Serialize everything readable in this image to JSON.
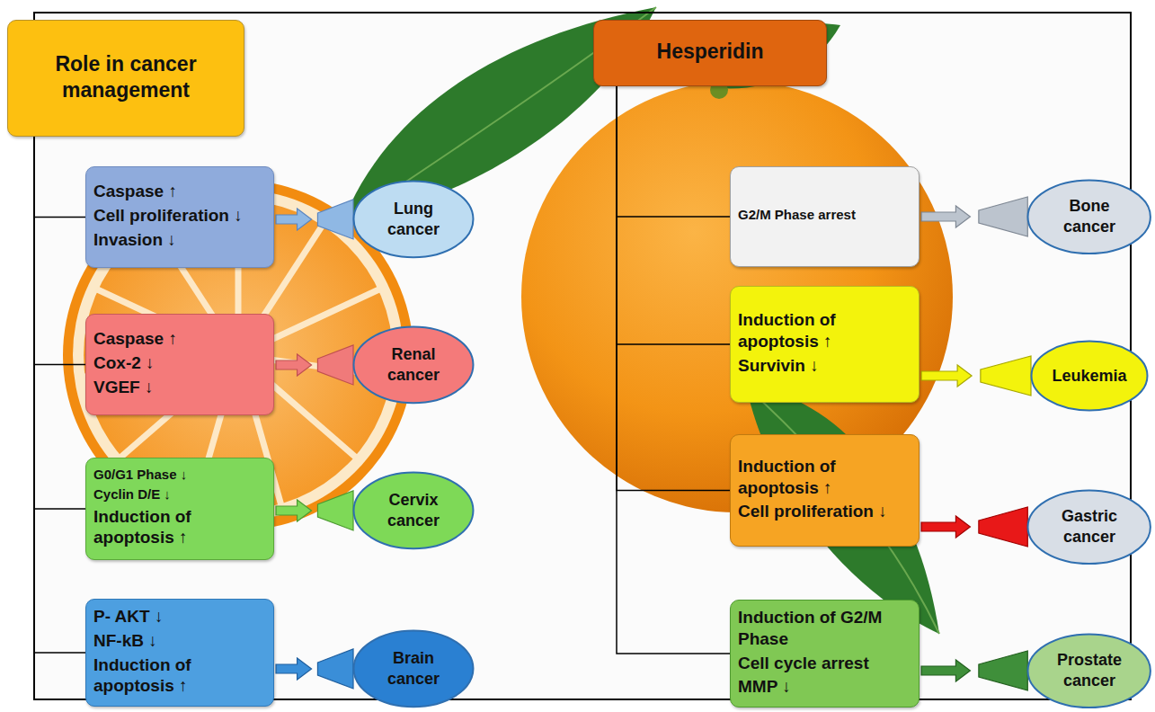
{
  "diagram": {
    "nodes": [
      {
        "text": [
          "Role in cancer management"
        ]
      },
      {
        "text": [
          "Hesperidin"
        ]
      },
      {
        "text": [
          "Caspase ↑",
          "Cell proliferation ↓",
          "Invasion ↓"
        ]
      },
      {
        "text": [
          "Lung cancer"
        ]
      },
      {
        "text": [
          "Caspase ↑",
          "Cox-2 ↓",
          "VGEF ↓"
        ]
      },
      {
        "text": [
          "Renal cancer"
        ]
      },
      {
        "text": [
          "G0/G1 Phase ↓",
          "Cyclin D/E ↓",
          "Induction of apoptosis ↑"
        ]
      },
      {
        "text": [
          "Cervix cancer"
        ]
      },
      {
        "text": [
          "P- AKT ↓",
          "NF-kB ↓",
          "Induction of apoptosis ↑"
        ]
      },
      {
        "text": [
          "Brain cancer"
        ]
      },
      {
        "text": [
          "G2/M Phase arrest"
        ]
      },
      {
        "text": [
          "Bone cancer"
        ]
      },
      {
        "text": [
          "Induction of apoptosis ↑",
          "Survivin ↓"
        ]
      },
      {
        "text": [
          "Leukemia"
        ]
      },
      {
        "text": [
          "Induction of apoptosis ↑",
          "Cell proliferation ↓"
        ]
      },
      {
        "text": [
          "Gastric cancer"
        ]
      },
      {
        "text": [
          "Induction of G2/M Phase",
          "Cell cycle arrest",
          "MMP ↓"
        ]
      },
      {
        "text": [
          "Prostate cancer"
        ]
      }
    ],
    "edges": [
      {
        "from": 0,
        "to": 2,
        "arrow": "none"
      },
      {
        "from": 0,
        "to": 4,
        "arrow": "none"
      },
      {
        "from": 0,
        "to": 6,
        "arrow": "none"
      },
      {
        "from": 0,
        "to": 8,
        "arrow": "none"
      },
      {
        "from": 1,
        "to": 10,
        "arrow": "none"
      },
      {
        "from": 1,
        "to": 12,
        "arrow": "none"
      },
      {
        "from": 1,
        "to": 14,
        "arrow": "none"
      },
      {
        "from": 1,
        "to": 16,
        "arrow": "none"
      },
      {
        "from": 2,
        "to": 3,
        "arrow": "to"
      },
      {
        "from": 4,
        "to": 5,
        "arrow": "to"
      },
      {
        "from": 6,
        "to": 7,
        "arrow": "to"
      },
      {
        "from": 8,
        "to": 9,
        "arrow": "to"
      },
      {
        "from": 10,
        "to": 11,
        "arrow": "to"
      },
      {
        "from": 12,
        "to": 13,
        "arrow": "to"
      },
      {
        "from": 14,
        "to": 15,
        "arrow": "to"
      },
      {
        "from": 16,
        "to": 17,
        "arrow": "to"
      }
    ]
  }
}
